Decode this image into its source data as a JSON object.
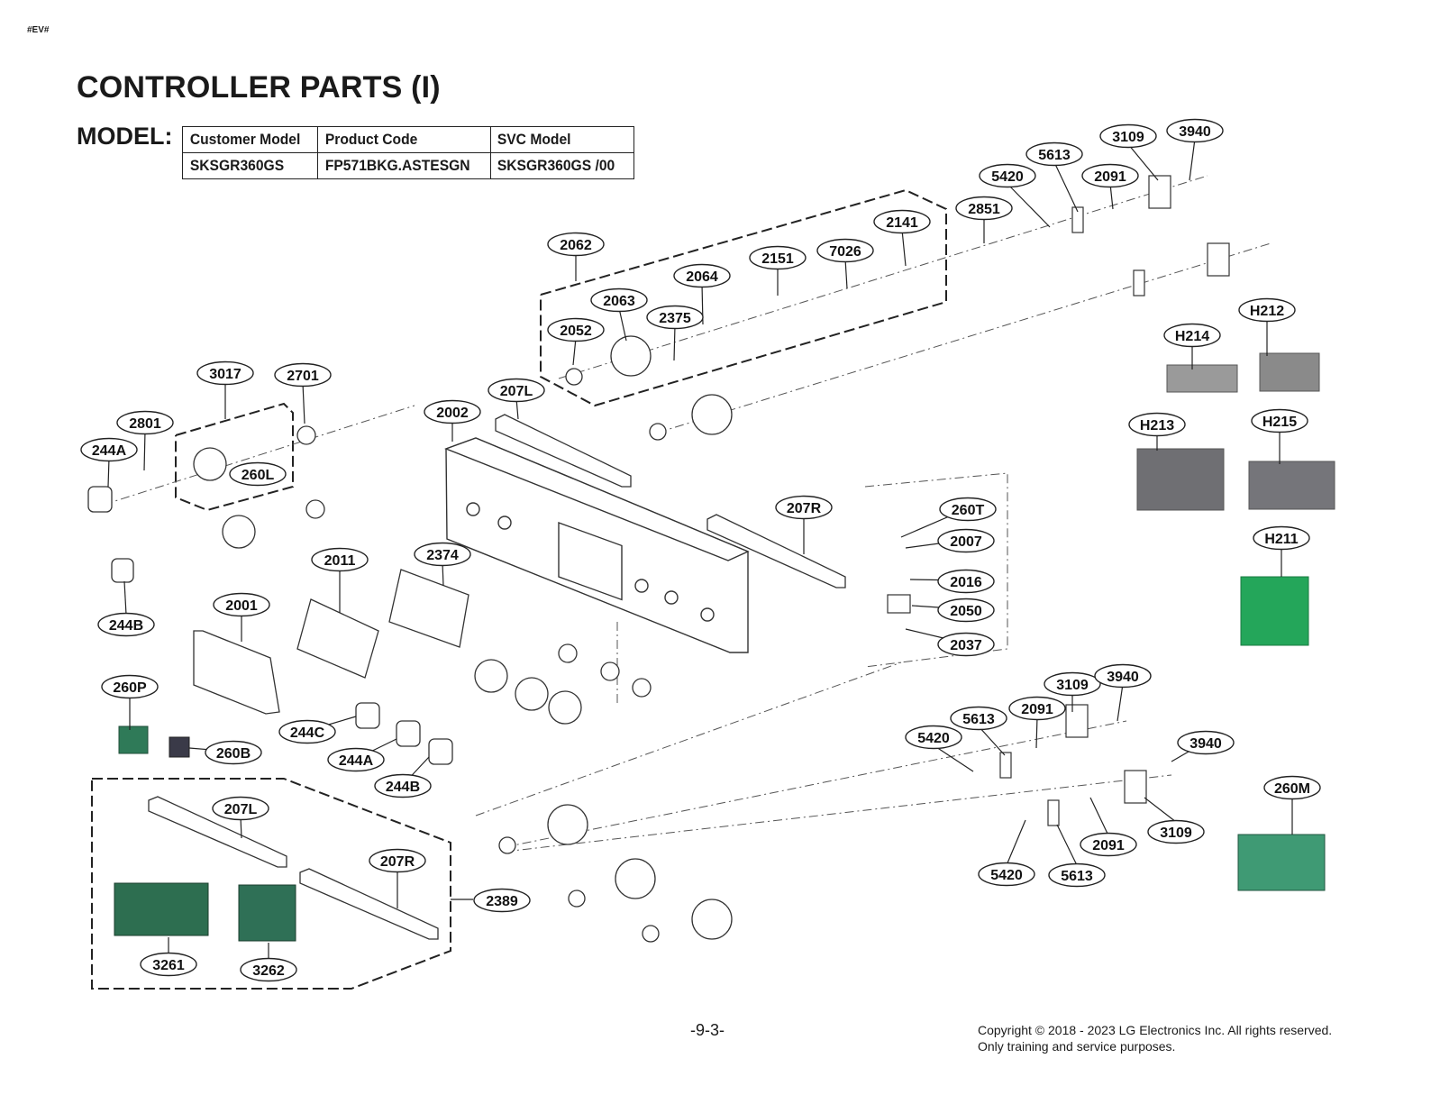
{
  "header": {
    "tag": "#EV#",
    "title": "CONTROLLER PARTS (I)",
    "model_label": "MODEL:"
  },
  "model_table": {
    "headers": [
      "Customer Model",
      "Product Code",
      "SVC Model"
    ],
    "row": [
      "SKSGR360GS",
      "FP571BKG.ASTESGN",
      "SKSGR360GS  /00"
    ]
  },
  "callouts": [
    "3109",
    "3940",
    "5613",
    "2091",
    "5420",
    "2851",
    "2141",
    "2062",
    "7026",
    "2151",
    "2064",
    "2063",
    "2375",
    "2052",
    "H212",
    "H214",
    "3017",
    "2701",
    "207L",
    "2002",
    "H213",
    "H215",
    "2801",
    "244A",
    "260L",
    "207R",
    "260T",
    "2007",
    "H211",
    "2011",
    "2374",
    "2016",
    "2050",
    "2001",
    "244B",
    "2037",
    "3109",
    "3940",
    "260P",
    "5613",
    "2091",
    "5420",
    "3940",
    "244C",
    "260B",
    "244A",
    "244B",
    "260M",
    "207L",
    "3109",
    "2091",
    "207R",
    "2389",
    "5420",
    "5613",
    "3261",
    "3262"
  ],
  "footer": {
    "page_number": "-9-3-",
    "copyright_line1": "Copyright © 2018 - 2023 LG Electronics Inc. All rights reserved.",
    "copyright_line2": "Only training and service purposes."
  }
}
